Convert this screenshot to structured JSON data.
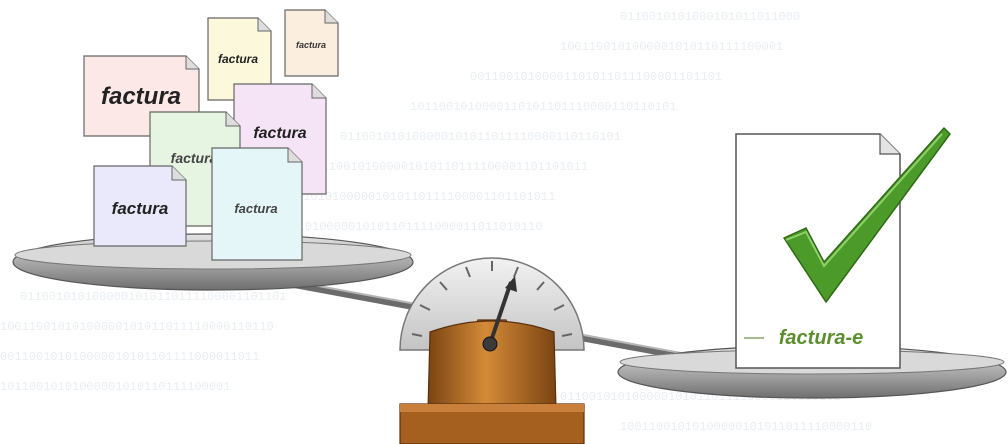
{
  "documents": {
    "left_stack": [
      {
        "label": "factura"
      },
      {
        "label": "factura"
      },
      {
        "label": "factura"
      },
      {
        "label": "factura"
      },
      {
        "label": "factura"
      },
      {
        "label": "factura"
      },
      {
        "label": "factura"
      }
    ],
    "right": {
      "label": "factura-e"
    }
  },
  "colors": {
    "check": "#4c9a2a",
    "efactura_text": "#5b8e2c",
    "pointer_housing": "#c07a2a",
    "dial": "#d8d8d8",
    "plate": "#9a9a9a"
  },
  "icons": {
    "check": "checkmark-icon",
    "scale": "balance-scale-icon"
  }
}
